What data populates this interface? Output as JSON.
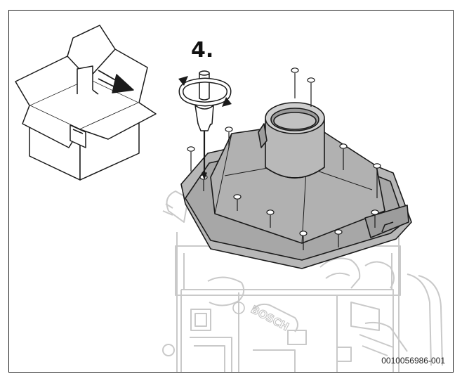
{
  "figure": {
    "step_label": "4.",
    "document_id": "0010056986-001",
    "brand_text": "BOSCH",
    "icons": [
      "box-icon",
      "screwdriver-icon",
      "rotate-arrow-icon",
      "screw-icon"
    ],
    "colors": {
      "line": "#1a1a1a",
      "cover_fill": "#a9a9a9",
      "cover_light": "#c4c4c4",
      "faded_line": "#c9c9c9",
      "background": "#ffffff"
    }
  }
}
